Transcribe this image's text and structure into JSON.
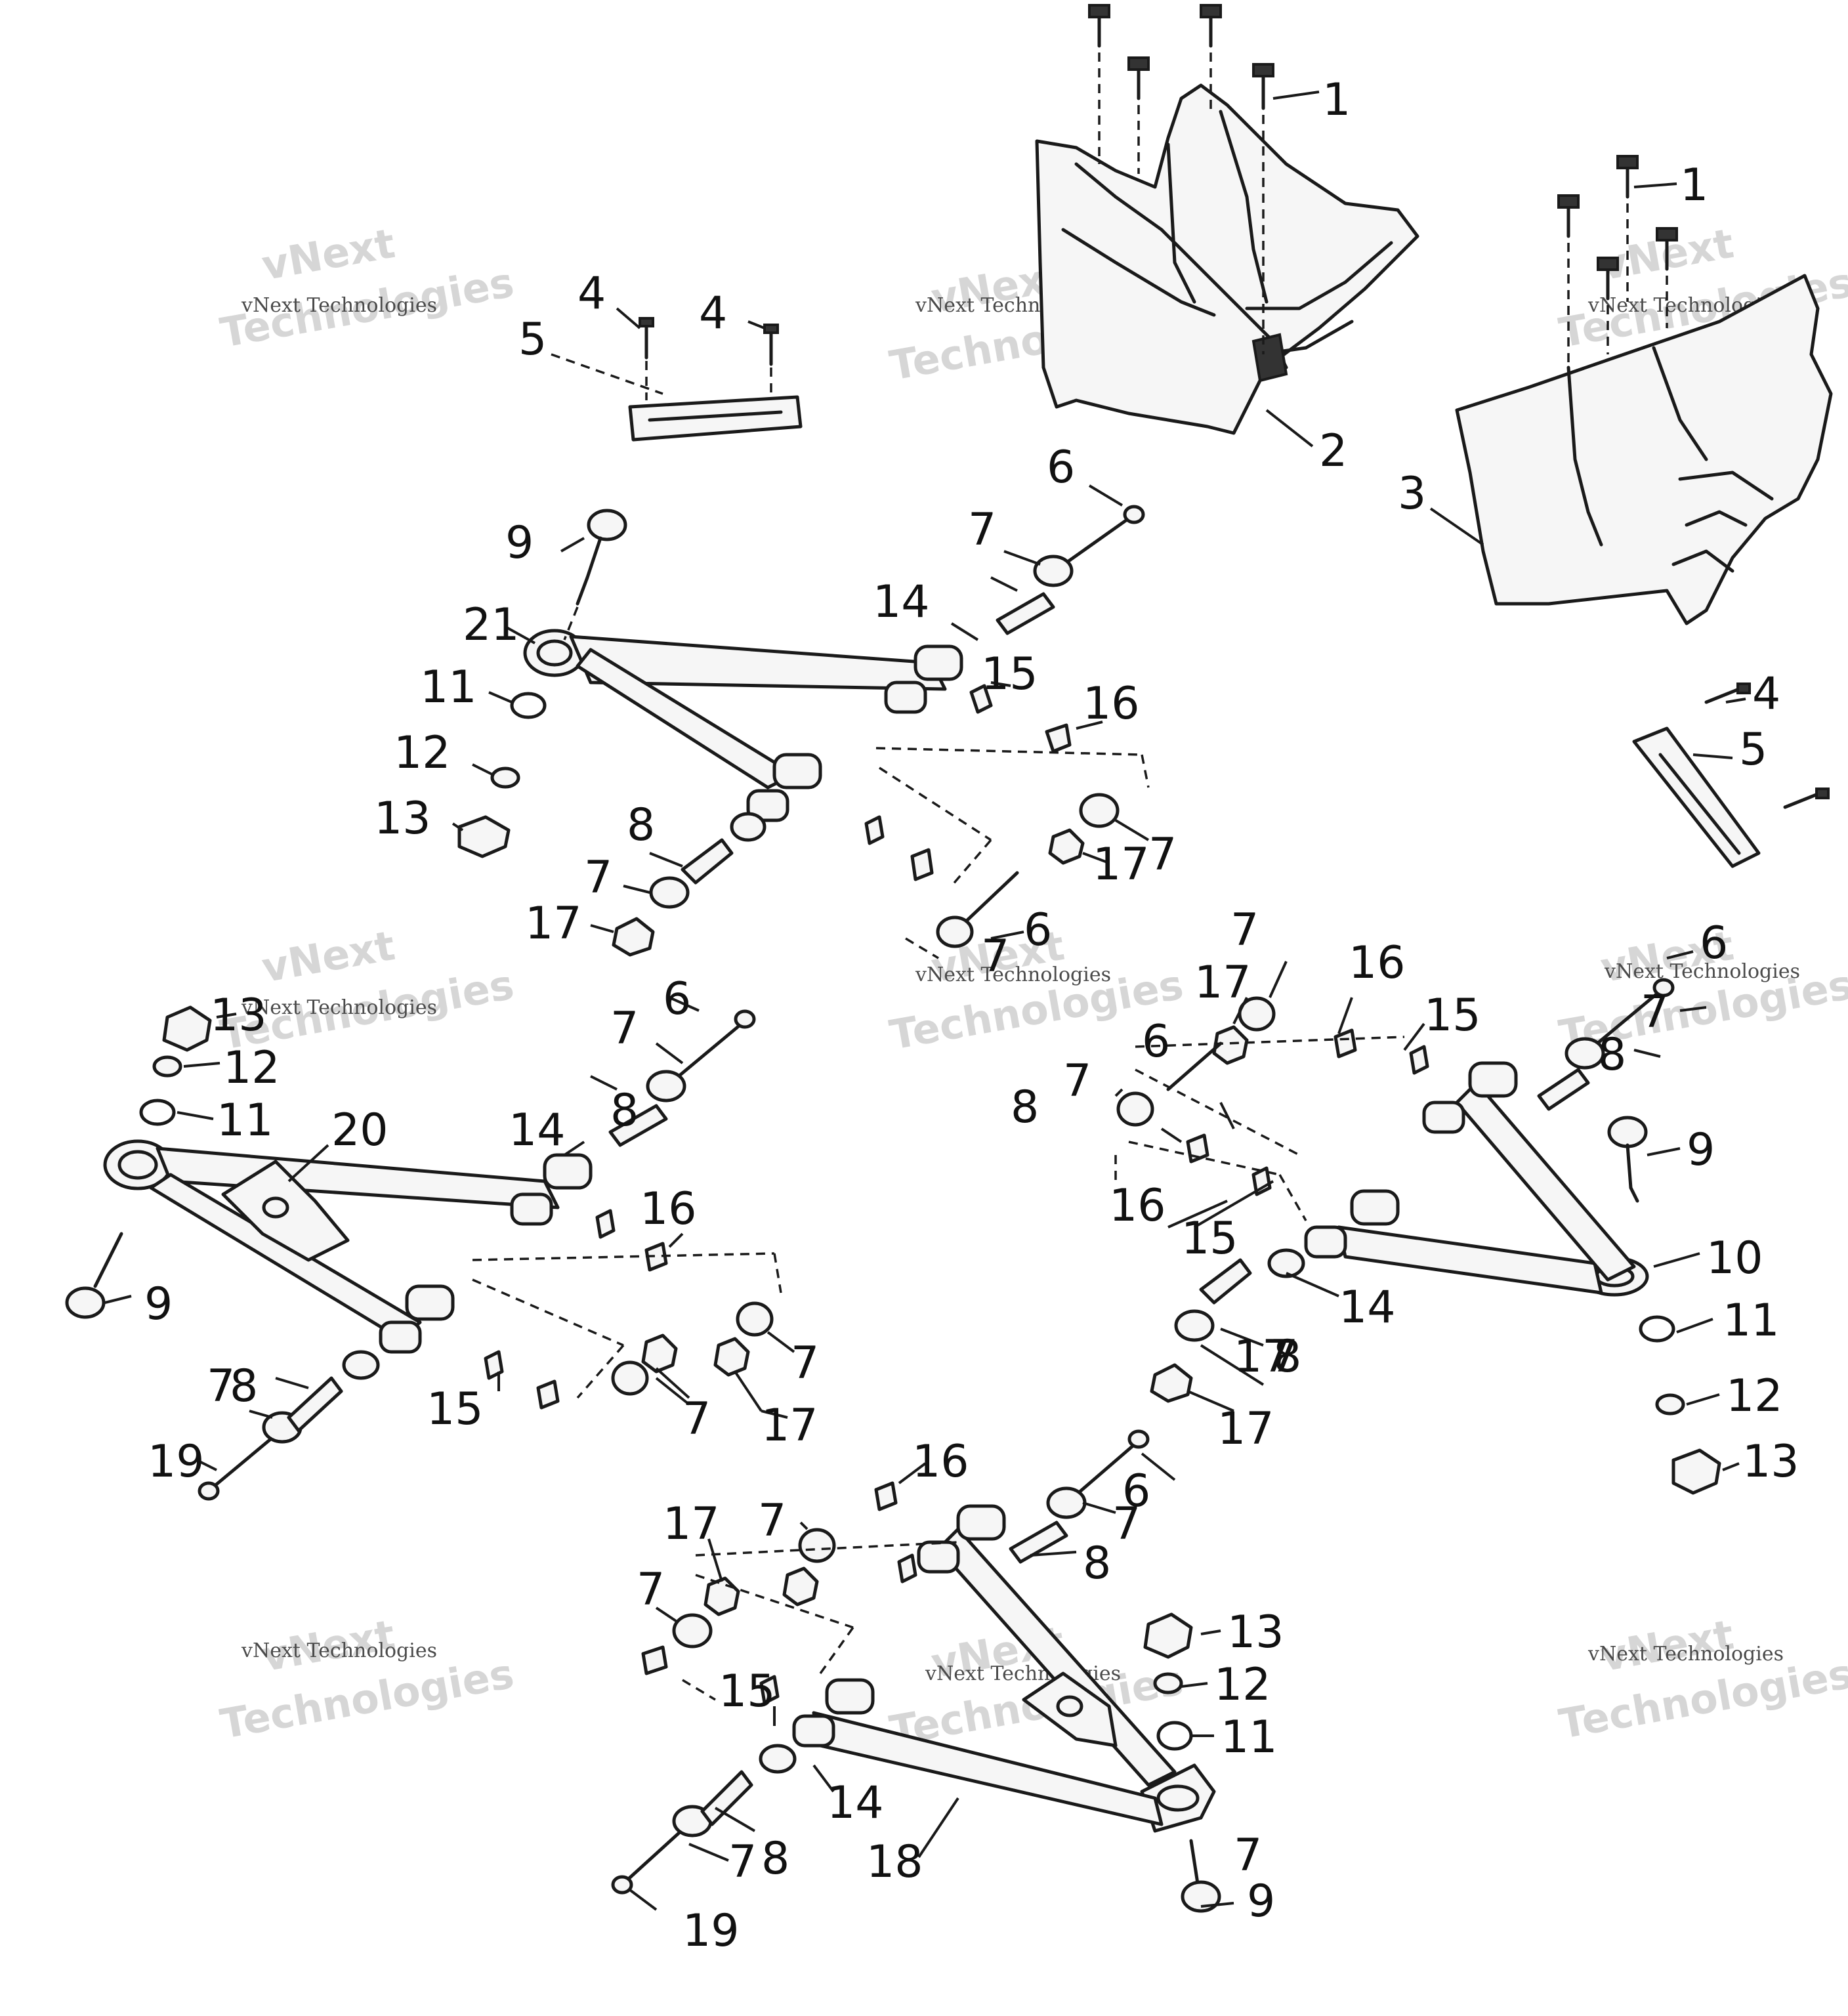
{
  "watermark": {
    "line1": "vNext",
    "line2": "vNext Technologies",
    "line3": "Technologies"
  },
  "callouts": [
    {
      "id": "c1a",
      "label": "1"
    },
    {
      "id": "c1b",
      "label": "1"
    },
    {
      "id": "c2",
      "label": "2"
    },
    {
      "id": "c3",
      "label": "3"
    },
    {
      "id": "c4a",
      "label": "4"
    },
    {
      "id": "c4b",
      "label": "4"
    },
    {
      "id": "c4c",
      "label": "4"
    },
    {
      "id": "c5a",
      "label": "5"
    },
    {
      "id": "c5b",
      "label": "5"
    },
    {
      "id": "c6a",
      "label": "6"
    },
    {
      "id": "c6b",
      "label": "6"
    },
    {
      "id": "c6c",
      "label": "6"
    },
    {
      "id": "c6d",
      "label": "6"
    },
    {
      "id": "c6e",
      "label": "6"
    },
    {
      "id": "c6f",
      "label": "6"
    },
    {
      "id": "c7a",
      "label": "7"
    },
    {
      "id": "c7b",
      "label": "7"
    },
    {
      "id": "c7c",
      "label": "7"
    },
    {
      "id": "c7d",
      "label": "7"
    },
    {
      "id": "c7e",
      "label": "7"
    },
    {
      "id": "c7f",
      "label": "7"
    },
    {
      "id": "c7g",
      "label": "7"
    },
    {
      "id": "c7h",
      "label": "7"
    },
    {
      "id": "c7i",
      "label": "7"
    },
    {
      "id": "c7j",
      "label": "7"
    },
    {
      "id": "c7k",
      "label": "7"
    },
    {
      "id": "c7l",
      "label": "7"
    },
    {
      "id": "c7m",
      "label": "7"
    },
    {
      "id": "c7n",
      "label": "7"
    },
    {
      "id": "c7o",
      "label": "7"
    },
    {
      "id": "c7p",
      "label": "7"
    },
    {
      "id": "c7q",
      "label": "7"
    },
    {
      "id": "c8a",
      "label": "8"
    },
    {
      "id": "c8b",
      "label": "8"
    },
    {
      "id": "c8c",
      "label": "8"
    },
    {
      "id": "c8d",
      "label": "8"
    },
    {
      "id": "c8e",
      "label": "8"
    },
    {
      "id": "c8f",
      "label": "8"
    },
    {
      "id": "c8g",
      "label": "8"
    },
    {
      "id": "c8h",
      "label": "8"
    },
    {
      "id": "c9a",
      "label": "9"
    },
    {
      "id": "c9b",
      "label": "9"
    },
    {
      "id": "c9c",
      "label": "9"
    },
    {
      "id": "c9d",
      "label": "9"
    },
    {
      "id": "c10",
      "label": "10"
    },
    {
      "id": "c11a",
      "label": "11"
    },
    {
      "id": "c11b",
      "label": "11"
    },
    {
      "id": "c11c",
      "label": "11"
    },
    {
      "id": "c11d",
      "label": "11"
    },
    {
      "id": "c12a",
      "label": "12"
    },
    {
      "id": "c12b",
      "label": "12"
    },
    {
      "id": "c12c",
      "label": "12"
    },
    {
      "id": "c12d",
      "label": "12"
    },
    {
      "id": "c13a",
      "label": "13"
    },
    {
      "id": "c13b",
      "label": "13"
    },
    {
      "id": "c13c",
      "label": "13"
    },
    {
      "id": "c13d",
      "label": "13"
    },
    {
      "id": "c14a",
      "label": "14"
    },
    {
      "id": "c14b",
      "label": "14"
    },
    {
      "id": "c14c",
      "label": "14"
    },
    {
      "id": "c14d",
      "label": "14"
    },
    {
      "id": "c15a",
      "label": "15"
    },
    {
      "id": "c15b",
      "label": "15"
    },
    {
      "id": "c15c",
      "label": "15"
    },
    {
      "id": "c15d",
      "label": "15"
    },
    {
      "id": "c15e",
      "label": "15"
    },
    {
      "id": "c16a",
      "label": "16"
    },
    {
      "id": "c16b",
      "label": "16"
    },
    {
      "id": "c16c",
      "label": "16"
    },
    {
      "id": "c16d",
      "label": "16"
    },
    {
      "id": "c16e",
      "label": "16"
    },
    {
      "id": "c17a",
      "label": "17"
    },
    {
      "id": "c17b",
      "label": "17"
    },
    {
      "id": "c17c",
      "label": "17"
    },
    {
      "id": "c17d",
      "label": "17"
    },
    {
      "id": "c17e",
      "label": "17"
    },
    {
      "id": "c17f",
      "label": "17"
    },
    {
      "id": "c17g",
      "label": "17"
    },
    {
      "id": "c18",
      "label": "18"
    },
    {
      "id": "c19a",
      "label": "19"
    },
    {
      "id": "c19b",
      "label": "19"
    },
    {
      "id": "c20",
      "label": "20"
    },
    {
      "id": "c21",
      "label": "21"
    }
  ]
}
